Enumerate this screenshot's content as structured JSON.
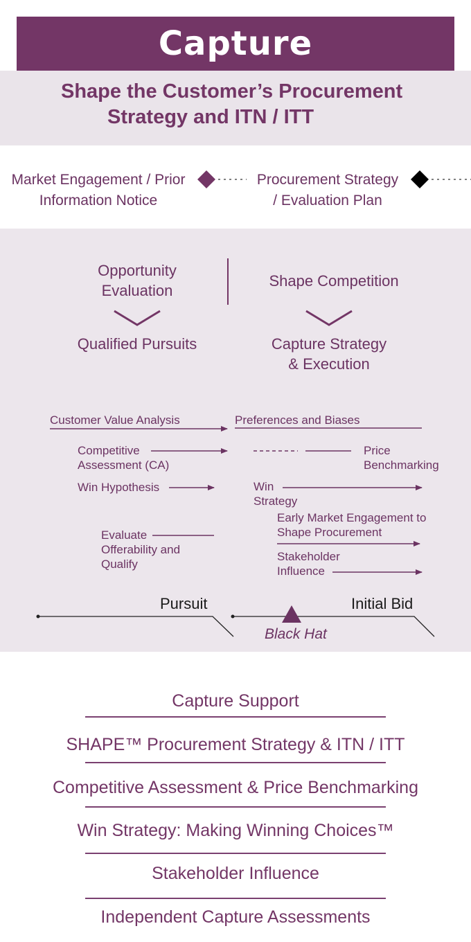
{
  "banner": {
    "title": "Capture"
  },
  "subtitle": {
    "line1": "Shape the Customer’s Procurement",
    "line2": "Strategy and ITN / ITT"
  },
  "milestones": [
    {
      "line1": "Market Engagement / Prior",
      "line2": "Information Notice",
      "marker_color": "#733666"
    },
    {
      "line1": "Procurement Strategy",
      "line2": "/ Evaluation Plan",
      "marker_color": "#000000"
    }
  ],
  "phases": {
    "left": {
      "top1": "Opportunity",
      "top2": "Evaluation",
      "bottom": "Qualified Pursuits"
    },
    "right": {
      "top": "Shape Competition",
      "bottom1": "Capture Strategy",
      "bottom2": "& Execution"
    }
  },
  "activities": {
    "customer_value": "Customer Value Analysis",
    "competitive_1": "Competitive",
    "competitive_2": "Assessment (CA)",
    "win_hypothesis": "Win Hypothesis",
    "evaluate_1": "Evaluate",
    "evaluate_2": "Offerability and",
    "evaluate_3": "Qualify",
    "preferences": "Preferences and Biases",
    "price_1": "Price",
    "price_2": "Benchmarking",
    "win_strategy_1": "Win",
    "win_strategy_2": "Strategy",
    "early_1": "Early Market Engagement to",
    "early_2": "Shape Procurement",
    "stakeholder_1": "Stakeholder",
    "stakeholder_2": "Influence"
  },
  "timeline": {
    "pursuit": "Pursuit",
    "initial_bid": "Initial Bid",
    "black_hat": "Black Hat"
  },
  "services": [
    "Capture Support",
    "SHAPE™ Procurement Strategy & ITN / ITT",
    "Competitive Assessment  &  Price Benchmarking",
    "Win Strategy: Making Winning Choices™",
    "Stakeholder Influence",
    "Independent Capture Assessments"
  ],
  "colors": {
    "brand": "#733666",
    "band": "#eae4ea",
    "panel": "#ece6ec"
  }
}
